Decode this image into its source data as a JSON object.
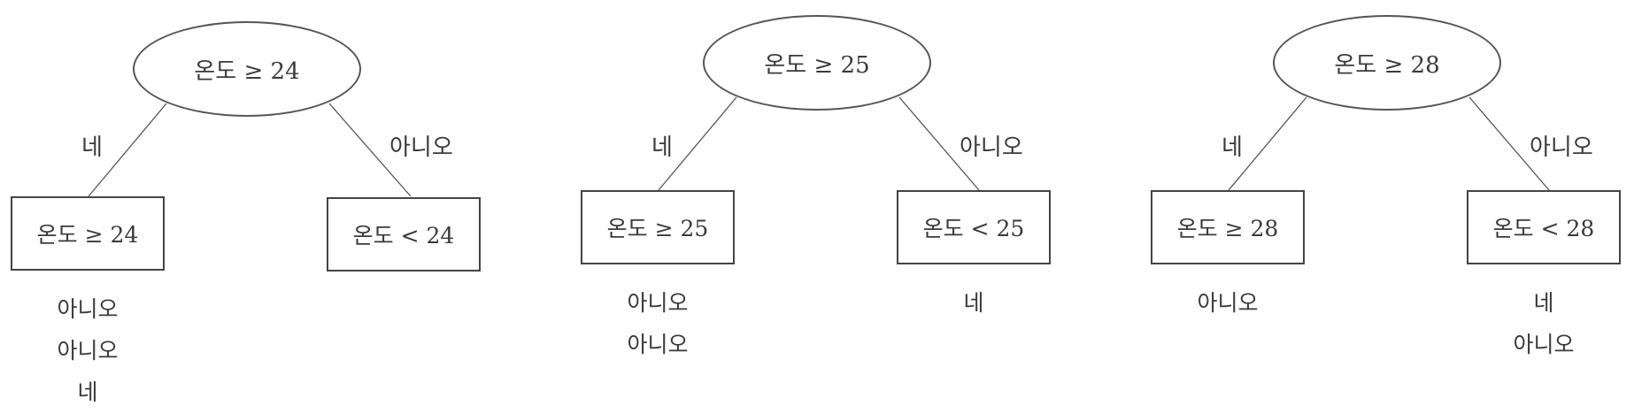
{
  "trees": [
    {
      "root": "온도 ≥ 24",
      "yes_label": "네",
      "no_label": "아니오",
      "yes_node": "온도 ≥ 24",
      "no_node": "온도 < 24",
      "yes_outcomes": [
        "아니오",
        "아니오",
        "네"
      ],
      "no_outcomes": []
    },
    {
      "root": "온도 ≥ 25",
      "yes_label": "네",
      "no_label": "아니오",
      "yes_node": "온도 ≥ 25",
      "no_node": "온도 < 25",
      "yes_outcomes": [
        "아니오",
        "아니오"
      ],
      "no_outcomes": [
        "네"
      ]
    },
    {
      "root": "온도 ≥ 28",
      "yes_label": "네",
      "no_label": "아니오",
      "yes_node": "온도 ≥ 28",
      "no_node": "온도 < 28",
      "yes_outcomes": [
        "아니오"
      ],
      "no_outcomes": [
        "네",
        "아니오"
      ]
    }
  ]
}
